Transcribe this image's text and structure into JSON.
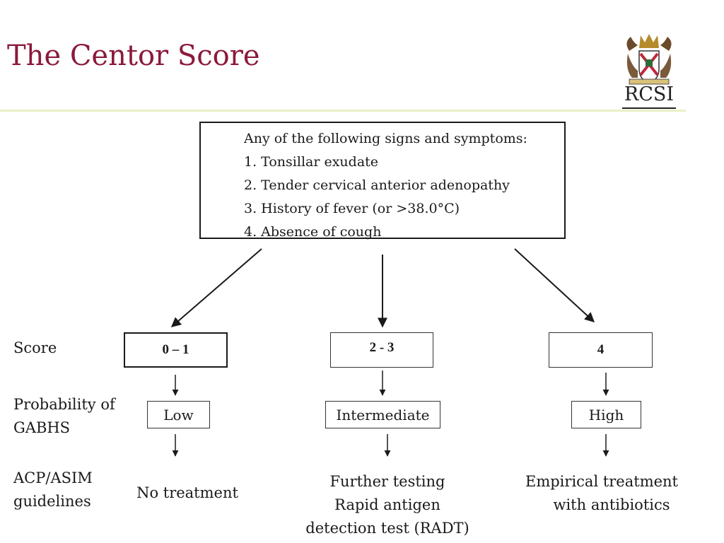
{
  "slide": {
    "title": "The Centor Score",
    "logo_text": "RCSI"
  },
  "criteria": {
    "heading": "Any of the following signs and symptoms:",
    "items": [
      "1. Tonsillar exudate",
      "2. Tender cervical anterior adenopathy",
      "3. History of fever (or >38.0°C)",
      "4. Absence of cough"
    ]
  },
  "row_labels": {
    "score": "Score",
    "probability_line1": "Probability of",
    "probability_line2": "GABHS",
    "guidelines_line1": "ACP/ASIM",
    "guidelines_line2": "guidelines"
  },
  "columns": [
    {
      "score": "0 – 1",
      "probability": "Low",
      "recommendation": [
        "No treatment"
      ]
    },
    {
      "score": "2 - 3",
      "probability": "Intermediate",
      "recommendation": [
        "Further testing",
        "Rapid antigen",
        "detection test (RADT)"
      ]
    },
    {
      "score": "4",
      "probability": "High",
      "recommendation": [
        "Empirical treatment",
        "with antibiotics"
      ]
    }
  ],
  "colors": {
    "title": "#8b1a3c",
    "rule": "#e8efc7"
  }
}
